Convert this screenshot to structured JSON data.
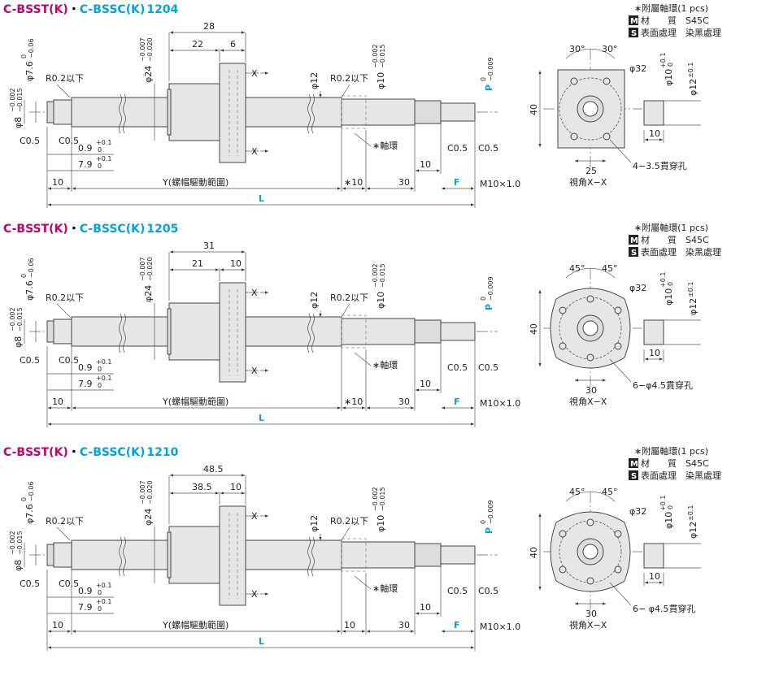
{
  "sections": [
    {
      "title_a": "C-BSST(K)",
      "sep": "・",
      "title_b": "C-BSSC(K)",
      "size": "1204",
      "dims": {
        "d_tip": "φ7.6",
        "d_tip_tol_up": "0",
        "d_tip_tol_lo": "−0.06",
        "d_shaft_end": "φ8",
        "d_shaft_end_tol_up": "−0.002",
        "d_shaft_end_tol_lo": "−0.015",
        "d_nut": "φ24",
        "d_nut_tol_up": "−0.007",
        "d_nut_tol_lo": "−0.020",
        "d_screw": "φ12",
        "d_journal": "φ10",
        "d_journal_tol_up": "−0.002",
        "d_journal_tol_lo": "−0.015",
        "p_label": "P",
        "p_tol_up": "0",
        "p_tol_lo": "−0.009",
        "nut_total": "28",
        "nut_body": "22",
        "flange": "6",
        "r1": "R0.2以下",
        "r2": "R0.2以下",
        "c1": "C0.5",
        "c2": "C0.5",
        "c3": "C0.5",
        "c4": "C0.5",
        "groove_w": "0.9",
        "groove_w_tol_up": "+0.1",
        "groove_w_tol_lo": "0",
        "groove_pos": "7.9",
        "groove_pos_tol_up": "+0.1",
        "groove_pos_tol_lo": "0",
        "len_10a": "10",
        "y_range": "Y(螺帽驅動範圍)",
        "collar_len": "∗10",
        "len_30": "30",
        "f_label": "F",
        "thread": "M10×1.0",
        "len_10b": "10",
        "l_label": "L",
        "collar_note": "∗軸環",
        "x_mark": "X"
      },
      "view": {
        "angle_a": "30°",
        "angle_b": "30°",
        "pcd": "φ32",
        "height": "40",
        "width": "25",
        "holes": "4−3.5貫穿孔",
        "caption": "視角X−X"
      },
      "collar": {
        "d_in": "φ10",
        "d_in_tol_up": "+0.1",
        "d_in_tol_lo": "0",
        "d_out": "φ12",
        "d_out_tol": "±0.1",
        "width": "10"
      },
      "accessory": {
        "line1": "∗附屬軸環(1 pcs)",
        "m_box": "M",
        "m_text": "材　　質　S45C",
        "s_box": "S",
        "s_text": "表面處理　染黑處理"
      }
    },
    {
      "title_a": "C-BSST(K)",
      "sep": "・",
      "title_b": "C-BSSC(K)",
      "size": "1205",
      "dims": {
        "d_tip": "φ7.6",
        "d_tip_tol_up": "0",
        "d_tip_tol_lo": "−0.06",
        "d_shaft_end": "φ8",
        "d_shaft_end_tol_up": "−0.002",
        "d_shaft_end_tol_lo": "−0.015",
        "d_nut": "φ24",
        "d_nut_tol_up": "−0.007",
        "d_nut_tol_lo": "−0.020",
        "d_screw": "φ12",
        "d_journal": "φ10",
        "d_journal_tol_up": "−0.002",
        "d_journal_tol_lo": "−0.015",
        "p_label": "P",
        "p_tol_up": "0",
        "p_tol_lo": "−0.009",
        "nut_total": "31",
        "nut_body": "21",
        "flange": "10",
        "r1": "R0.2以下",
        "r2": "R0.2以下",
        "c1": "C0.5",
        "c2": "C0.5",
        "c3": "C0.5",
        "c4": "C0.5",
        "groove_w": "0.9",
        "groove_w_tol_up": "+0.1",
        "groove_w_tol_lo": "0",
        "groove_pos": "7.9",
        "groove_pos_tol_up": "+0.1",
        "groove_pos_tol_lo": "0",
        "len_10a": "10",
        "y_range": "Y(螺帽驅動範圍)",
        "collar_len": "∗10",
        "len_30": "30",
        "f_label": "F",
        "thread": "M10×1.0",
        "len_10b": "10",
        "l_label": "L",
        "collar_note": "∗軸環",
        "x_mark": "X"
      },
      "view": {
        "angle_a": "45°",
        "angle_b": "45°",
        "pcd": "φ32",
        "height": "40",
        "width": "30",
        "holes": "6−φ4.5貫穿孔",
        "caption": "視角X−X"
      },
      "collar": {
        "d_in": "φ10",
        "d_in_tol_up": "+0.1",
        "d_in_tol_lo": "0",
        "d_out": "φ12",
        "d_out_tol": "±0.1",
        "width": "10"
      },
      "accessory": {
        "line1": "∗附屬軸環(1 pcs)",
        "m_box": "M",
        "m_text": "材　　質　S45C",
        "s_box": "S",
        "s_text": "表面處理　染黑處理"
      }
    },
    {
      "title_a": "C-BSST(K)",
      "sep": "・",
      "title_b": "C-BSSC(K)",
      "size": "1210",
      "dims": {
        "d_tip": "φ7.6",
        "d_tip_tol_up": "0",
        "d_tip_tol_lo": "−0.06",
        "d_shaft_end": "φ8",
        "d_shaft_end_tol_up": "−0.002",
        "d_shaft_end_tol_lo": "−0.015",
        "d_nut": "φ24",
        "d_nut_tol_up": "−0.007",
        "d_nut_tol_lo": "−0.020",
        "d_screw": "φ12",
        "d_journal": "φ10",
        "d_journal_tol_up": "−0.002",
        "d_journal_tol_lo": "−0.015",
        "p_label": "P",
        "p_tol_up": "0",
        "p_tol_lo": "−0.009",
        "nut_total": "48.5",
        "nut_body": "38.5",
        "flange": "10",
        "r1": "R0.2以下",
        "r2": "R0.2以下",
        "c1": "C0.5",
        "c2": "C0.5",
        "c3": "C0.5",
        "c4": "C0.5",
        "groove_w": "0.9",
        "groove_w_tol_up": "+0.1",
        "groove_w_tol_lo": "0",
        "groove_pos": "7.9",
        "groove_pos_tol_up": "+0.1",
        "groove_pos_tol_lo": "0",
        "len_10a": "10",
        "y_range": "Y(螺帽驅動範圍)",
        "collar_len": "10",
        "len_30": "30",
        "f_label": "F",
        "thread": "M10×1.0",
        "len_10b": "10",
        "l_label": "L",
        "collar_note": "∗軸環",
        "x_mark": "X"
      },
      "view": {
        "angle_a": "45°",
        "angle_b": "45°",
        "pcd": "φ32",
        "height": "40",
        "width": "30",
        "holes": "6− φ4.5貫穿孔",
        "caption": "視角X−X"
      },
      "collar": {
        "d_in": "φ10",
        "d_in_tol_up": "+0.1",
        "d_in_tol_lo": "0",
        "d_out": "φ12",
        "d_out_tol": "±0.1",
        "width": "10"
      },
      "accessory": {
        "line1": "∗附屬軸環(1 pcs)",
        "m_box": "M",
        "m_text": "材　　質　S45C",
        "s_box": "S",
        "s_text": "表面處理　染黑處理"
      }
    }
  ]
}
